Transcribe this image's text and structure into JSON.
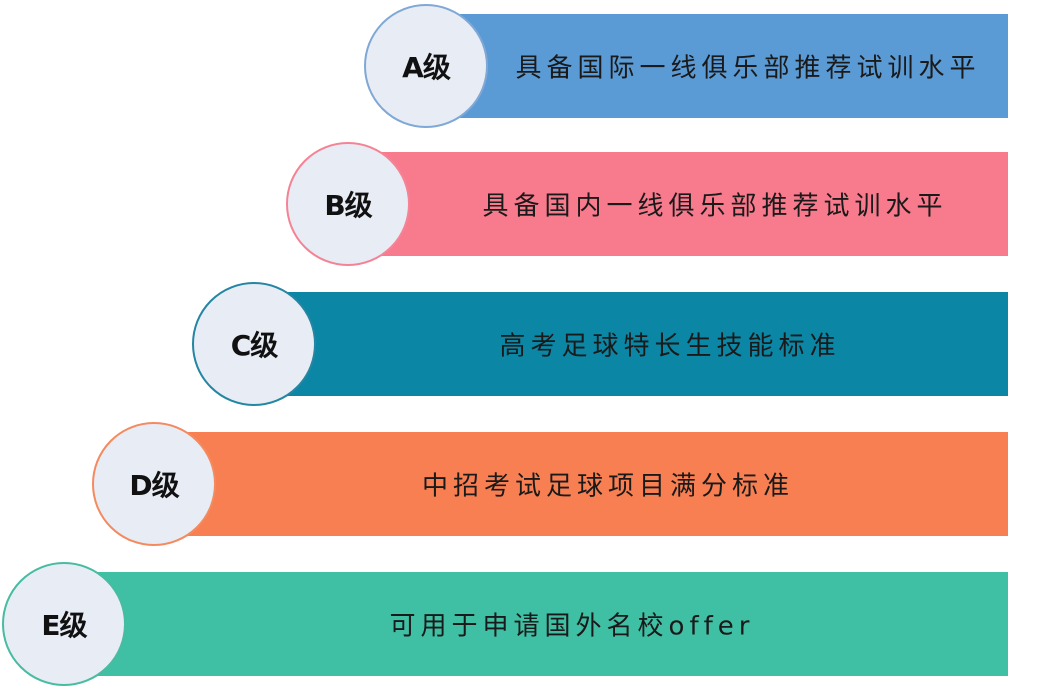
{
  "levels": [
    {
      "label": "A级",
      "text": "具备国际一线俱乐部推荐试训水平",
      "bar_color": "#5b9bd5",
      "border_color": "#7fa8d6"
    },
    {
      "label": "B级",
      "text": "具备国内一线俱乐部推荐试训水平",
      "bar_color": "#f77a8d",
      "border_color": "#f58396"
    },
    {
      "label": "C级",
      "text": "高考足球特长生技能标准",
      "bar_color": "#0b86a4",
      "border_color": "#2486a2"
    },
    {
      "label": "D级",
      "text": "中招考试足球项目满分标准",
      "bar_color": "#f77f52",
      "border_color": "#f48a5f"
    },
    {
      "label": "E级",
      "text": "可用于申请国外名校offer",
      "bar_color": "#3fbfa3",
      "border_color": "#48bca1"
    }
  ]
}
